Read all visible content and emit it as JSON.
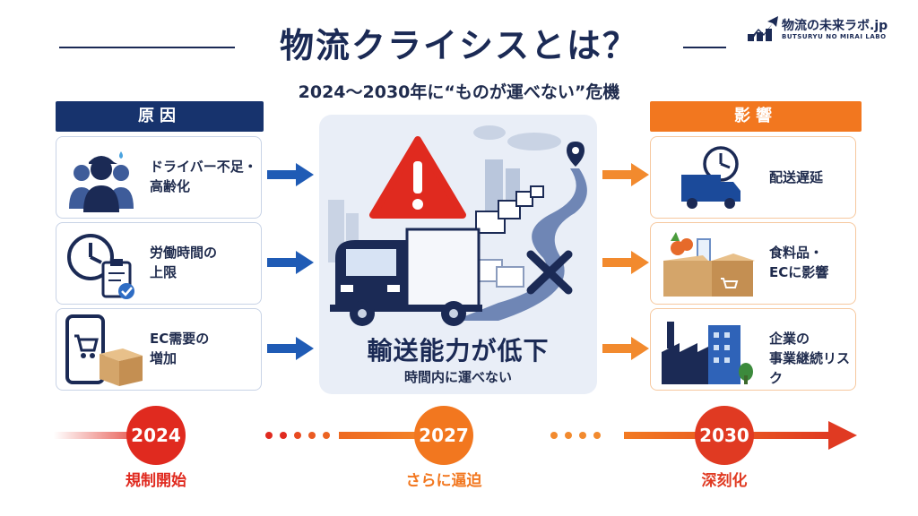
{
  "title": "物流クライシスとは？",
  "subtitle": "2024〜2030年に“ものが運べない”危機",
  "logo": {
    "name": "物流の未来ラボ.jp",
    "sub": "BUTSURYU NO MIRAI LABO"
  },
  "causes": {
    "header": "原因",
    "items": [
      {
        "line1": "ドライバー不足・",
        "line2": "高齢化",
        "icon": "drivers-icon"
      },
      {
        "line1": "労働時間の",
        "line2": "上限",
        "icon": "clock-clipboard-icon"
      },
      {
        "line1": "EC需要の",
        "line2": "増加",
        "icon": "smartphone-cart-icon"
      }
    ]
  },
  "center": {
    "main": "輸送能力が低下",
    "sub": "時間内に運べない"
  },
  "effects": {
    "header": "影響",
    "items": [
      {
        "line1": "配送遅延",
        "line2": "",
        "icon": "truck-clock-icon"
      },
      {
        "line1": "食料品・",
        "line2": "ECに影響",
        "icon": "food-box-icon"
      },
      {
        "line1": "企業の",
        "line2": "事業継続リスク",
        "icon": "factory-icon"
      }
    ]
  },
  "timeline": [
    {
      "year": "2024",
      "label": "規制開始",
      "color": "#e02a1f"
    },
    {
      "year": "2027",
      "label": "さらに逼迫",
      "color": "#f2771f"
    },
    {
      "year": "2030",
      "label": "深刻化",
      "color": "#e03a22"
    }
  ],
  "colors": {
    "navy": "#17336d",
    "orange": "#f2771f",
    "red": "#e02a1f"
  }
}
